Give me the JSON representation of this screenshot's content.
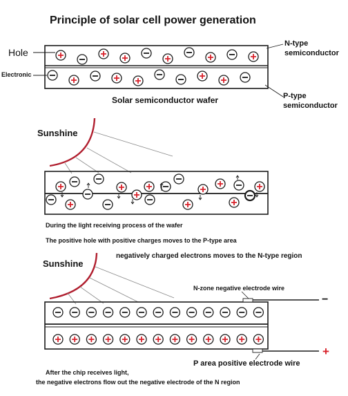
{
  "title": "Principle of solar cell power generation",
  "section1": {
    "label_hole": "Hole",
    "label_electronic": "Electronic",
    "label_n_type": "N-type\nsemiconductor",
    "label_p_type": "P-type\nsemiconductor",
    "caption": "Solar semiconductor wafer",
    "n_layer_carriers": [
      "hole",
      "electron",
      "hole",
      "hole",
      "electron",
      "hole",
      "electron",
      "hole",
      "electron",
      "hole"
    ],
    "p_layer_carriers": [
      "electron",
      "hole",
      "electron",
      "hole",
      "hole",
      "electron",
      "electron",
      "hole",
      "hole",
      "electron"
    ]
  },
  "section2": {
    "sun_label": "Sunshine",
    "caption_1": "During the light receiving process of the wafer",
    "caption_2": "The positive hole with positive charges moves to the P-type area"
  },
  "section3": {
    "sun_label": "Sunshine",
    "caption_electrons": "negatively charged electrons moves to the N-type region",
    "n_wire_label": "N-zone negative electrode wire",
    "p_wire_label": "P area positive electrode wire",
    "minus_sign": "−",
    "plus_sign": "+",
    "caption_bottom_1": "After the chip receives light,",
    "caption_bottom_2": "the negative electrons flow out the negative electrode of the N region",
    "n_row_count": 13,
    "p_row_count": 13
  },
  "colors": {
    "hole": "#d8212a",
    "electron": "#1a1a1a",
    "sun": "#b01e2e",
    "line": "#1a1a1a"
  }
}
